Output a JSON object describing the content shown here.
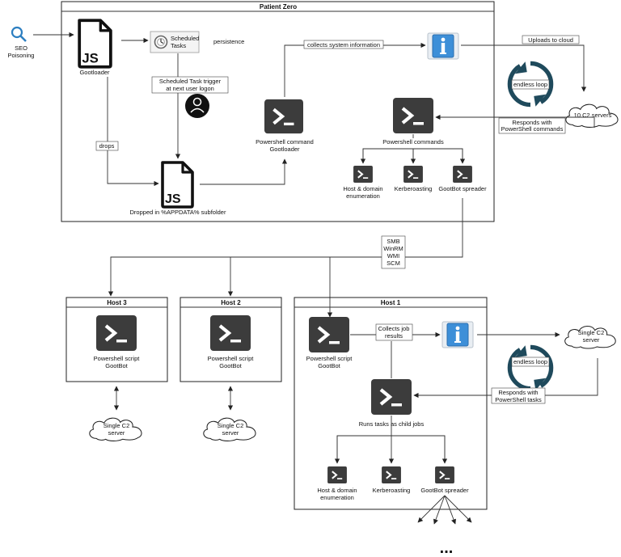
{
  "colors": {
    "terminal": "#3c3c3c",
    "info_blue": "#3d8fd8",
    "loop_teal": "#1f4a5c",
    "seo_blue": "#2d7fc1"
  },
  "icons": {
    "seo": "magnifier-icon",
    "js_file": "js-file-icon",
    "scheduled_task": "clock-icon",
    "user": "user-icon",
    "terminal": "powershell-terminal-icon",
    "info": "info-icon",
    "loop": "loop-arrows-icon",
    "cloud": "cloud-icon"
  },
  "titles": {
    "patient_zero": "Patient Zero",
    "host1": "Host 1",
    "host2": "Host 2",
    "host3": "Host 3"
  },
  "patient_zero": {
    "seo_label": [
      "SEO",
      "Poisoning"
    ],
    "gootloader_label": "Gootloader",
    "scheduled_tasks_label": [
      "Scheduled",
      "Tasks"
    ],
    "persistence_label": "persistence",
    "trigger_label": [
      "Scheduled Task trigger",
      "at next user logon"
    ],
    "drops_label": "drops",
    "dropped_label": "Dropped in %APPDATA% subfolder",
    "ps_command_label": [
      "Powershell command",
      "Gootloader"
    ],
    "collects_label": "collects system information",
    "uploads_label": "Uploads to cloud",
    "endless_loop_label": "endless loop",
    "c2_label": "10 C2 servers",
    "responds_label": [
      "Responds with",
      "PowerShell commands"
    ],
    "ps_commands_label": "Powershell commands",
    "tasks": [
      [
        "Host & domain",
        "enumeration"
      ],
      [
        "Kerberoasting"
      ],
      [
        "GootBot spreader"
      ]
    ]
  },
  "protocols": [
    "SMB",
    "WinRM",
    "WMI",
    "SCM"
  ],
  "host1": {
    "script_label": [
      "Powershell script",
      "GootBot"
    ],
    "collects_label": [
      "Collects job",
      "results"
    ],
    "c2_label": [
      "Single C2",
      "server"
    ],
    "endless_loop_label": "endless loop",
    "responds_label": [
      "Responds with",
      "PowerShell tasks"
    ],
    "runs_label": "Runs tasks as child jobs",
    "tasks": [
      [
        "Host & domain",
        "enumeration"
      ],
      [
        "Kerberoasting"
      ],
      [
        "GootBot spreader"
      ]
    ],
    "ellipsis": "..."
  },
  "host2": {
    "script_label": [
      "Powershell script",
      "GootBot"
    ],
    "c2_label": [
      "Single C2",
      "server"
    ]
  },
  "host3": {
    "script_label": [
      "Powershell script",
      "GootBot"
    ],
    "c2_label": [
      "Single C2",
      "server"
    ]
  }
}
